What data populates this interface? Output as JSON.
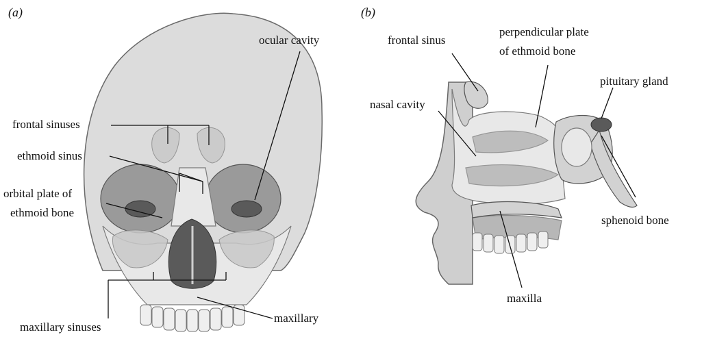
{
  "panel_a": {
    "marker": "(a)",
    "labels": {
      "ocular_cavity": "ocular cavity",
      "frontal_sinuses": "frontal sinuses",
      "ethmoid_sinus": "ethmoid sinus",
      "orbital_plate_line1": "orbital plate of",
      "orbital_plate_line2": "ethmoid bone",
      "maxillary_sinuses": "maxillary sinuses",
      "maxillary": "maxillary"
    }
  },
  "panel_b": {
    "marker": "(b)",
    "labels": {
      "frontal_sinus": "frontal sinus",
      "perpendicular_plate_line1": "perpendicular plate",
      "perpendicular_plate_line2": "of ethmoid bone",
      "pituitary_gland": "pituitary gland",
      "nasal_cavity": "nasal cavity",
      "sphenoid_bone": "sphenoid bone",
      "maxilla": "maxilla"
    }
  }
}
